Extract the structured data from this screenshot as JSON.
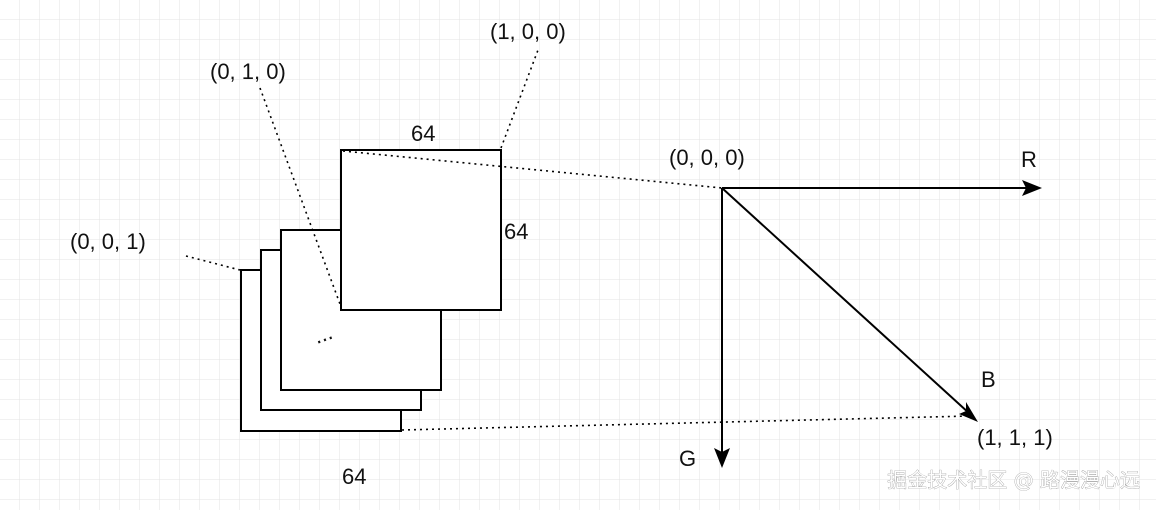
{
  "labels": {
    "corner_100": "(1, 0, 0)",
    "corner_010": "(0, 1, 0)",
    "corner_001": "(0, 0, 1)",
    "corner_000": "(0, 0, 0)",
    "corner_111": "(1, 1, 1)",
    "width_top": "64",
    "height_right": "64",
    "depth_bottom": "64",
    "ellipsis": "...",
    "axis_r": "R",
    "axis_g": "G",
    "axis_b": "B"
  },
  "watermark": "掘金技术社区 @ 路漫漫心远",
  "colors": {
    "background": "#ffffff",
    "grid": "#e3e3e3",
    "stroke": "#000000"
  }
}
